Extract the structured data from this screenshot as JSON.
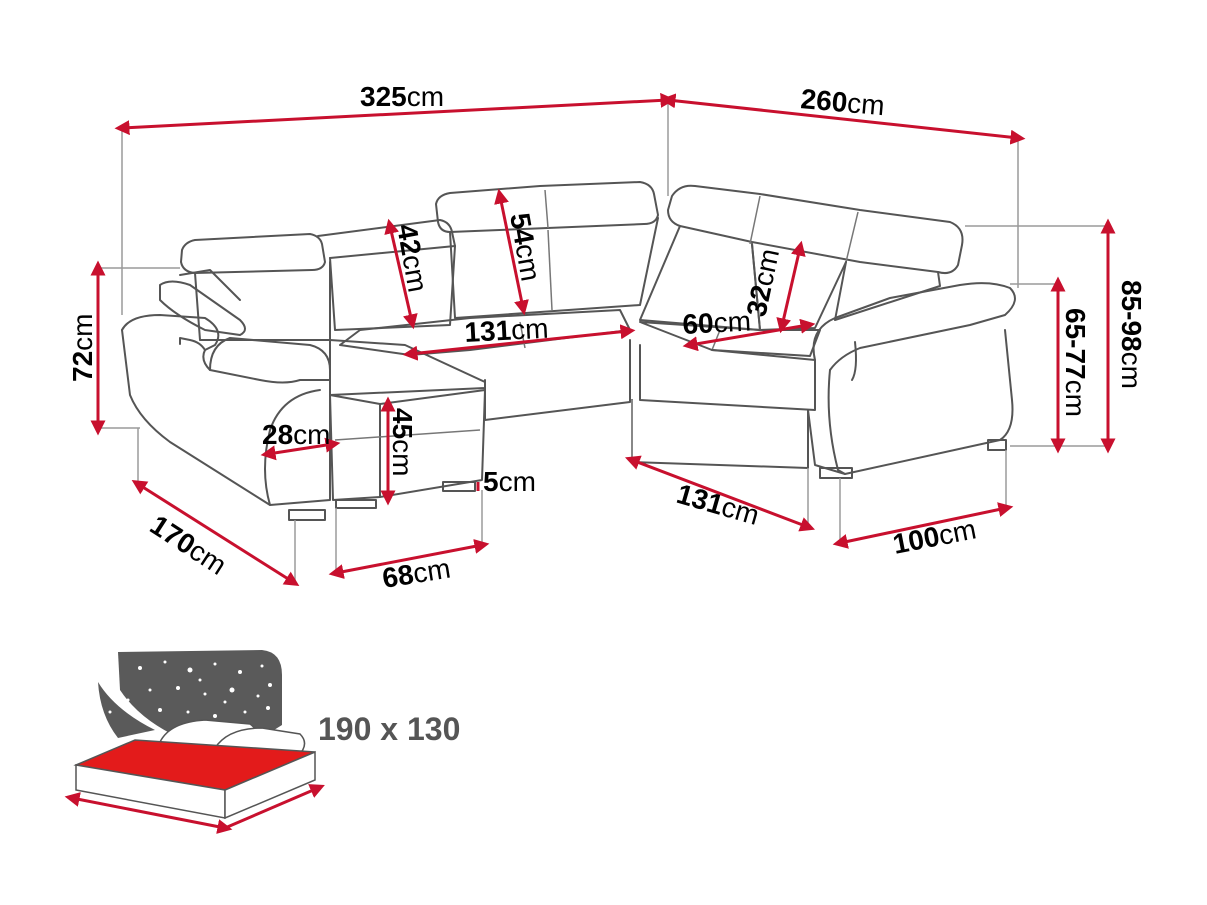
{
  "colors": {
    "dimension_line": "#c8102e",
    "outline": "#555555",
    "extension_line": "#9a9a9a",
    "bed_surface": "#e31b1b",
    "night_panel": "#5a5a5a"
  },
  "dimensions": {
    "total_width": {
      "value": "325",
      "unit": "cm"
    },
    "right_depth": {
      "value": "260",
      "unit": "cm"
    },
    "left_height": {
      "value": "72",
      "unit": "cm"
    },
    "right_height_max": {
      "value": "85-98",
      "unit": "cm"
    },
    "right_height_arm": {
      "value": "65-77",
      "unit": "cm"
    },
    "headrest_left": {
      "value": "42",
      "unit": "cm"
    },
    "headrest_center": {
      "value": "54",
      "unit": "cm"
    },
    "headrest_right": {
      "value": "32",
      "unit": "cm"
    },
    "seat_width_center": {
      "value": "131",
      "unit": "cm"
    },
    "seat_depth_right": {
      "value": "60",
      "unit": "cm"
    },
    "arm_width": {
      "value": "28",
      "unit": "cm"
    },
    "seat_height": {
      "value": "45",
      "unit": "cm"
    },
    "leg_height": {
      "value": "5",
      "unit": "cm"
    },
    "left_depth": {
      "value": "170",
      "unit": "cm"
    },
    "chaise_width": {
      "value": "68",
      "unit": "cm"
    },
    "right_side_width": {
      "value": "131",
      "unit": "cm"
    },
    "right_end_width": {
      "value": "100",
      "unit": "cm"
    }
  },
  "bed": {
    "size_label": "190 x 130"
  },
  "icons": [
    "sofa-line-drawing-icon",
    "sleeping-bed-icon",
    "stars-night-icon",
    "pillow-icon"
  ]
}
